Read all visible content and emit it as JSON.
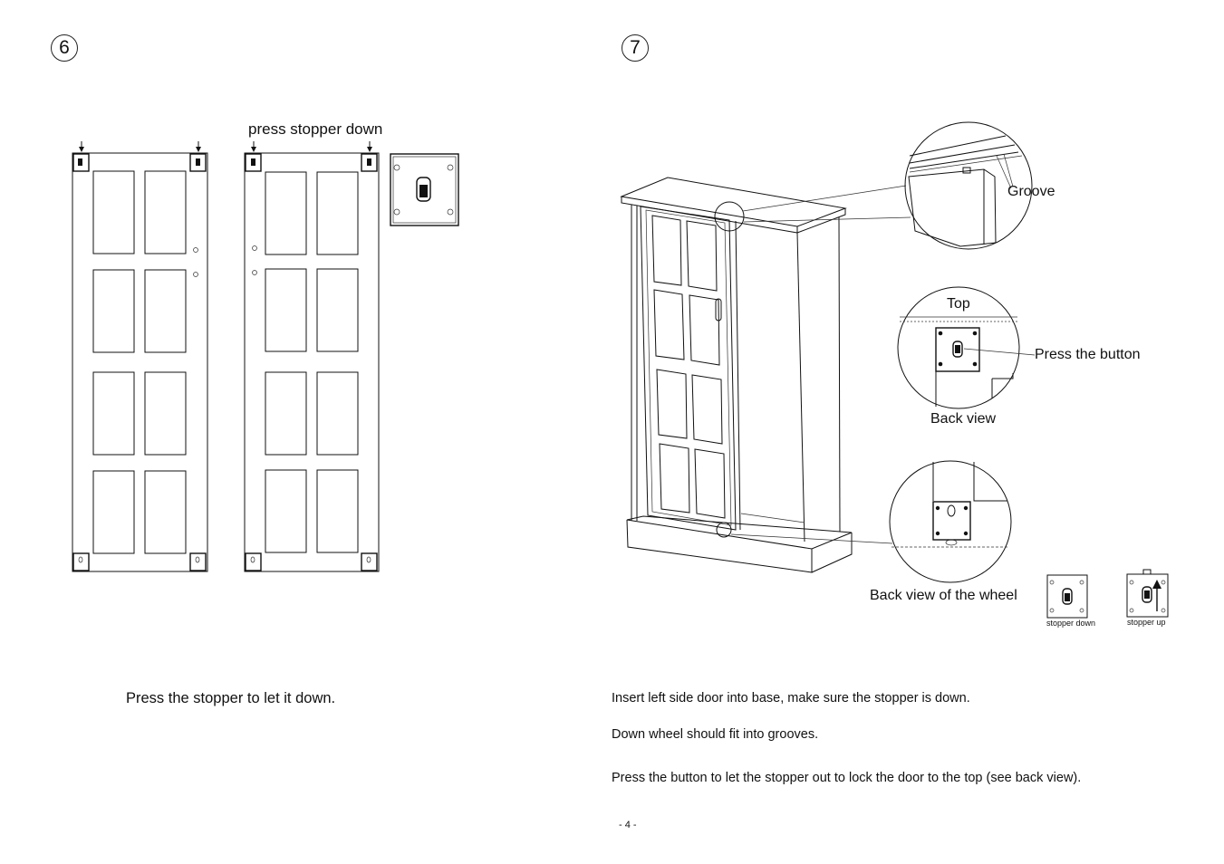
{
  "step6": {
    "number": "6",
    "label_press": "press stopper down",
    "instruction": "Press the stopper to let it down."
  },
  "step7": {
    "number": "7",
    "label_groove": "Groove",
    "label_top": "Top",
    "label_press_button": "Press the button",
    "label_back_view": "Back view",
    "label_back_view_wheel": "Back view of the wheel",
    "label_stopper_down": "stopper down",
    "label_stopper_up": "stopper up",
    "instructions": [
      "Insert left side door into base, make sure the stopper is down.",
      "Down wheel should fit into grooves.",
      "Press the button to let the stopper out to lock the door to the top (see back view)."
    ]
  },
  "page_number": "- 4 -"
}
